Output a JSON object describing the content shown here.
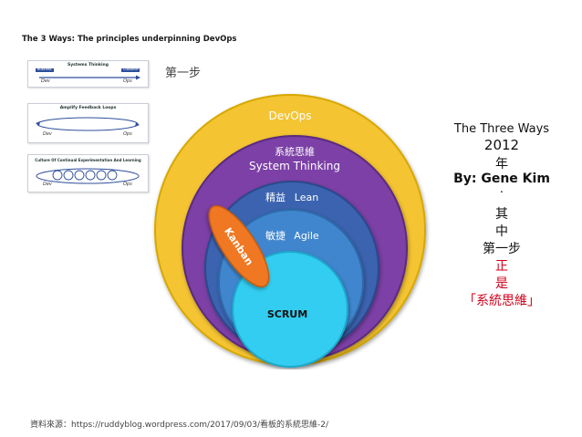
{
  "header": {
    "title": "The 3 Ways: The principles underpinning DevOps"
  },
  "mini_diagrams": [
    {
      "label": "Systems Thinking",
      "left_box": "Business",
      "right_box": "Customer",
      "left_text": "Dev",
      "right_text": "Ops"
    },
    {
      "label": "Amplify Feedback Loops",
      "left_text": "Dev",
      "right_text": "Ops"
    },
    {
      "label": "Culture Of Continual Experimentation And Learning",
      "left_text": "Dev",
      "right_text": "Ops"
    }
  ],
  "step_label": "第一步",
  "diagram": {
    "layers": [
      {
        "zh": "",
        "en": "DevOps",
        "color": "#f4c430"
      },
      {
        "zh": "系統思維",
        "en": "System Thinking",
        "color": "#7b3fa6"
      },
      {
        "zh": "精益",
        "en": "Lean",
        "color": "#3a63b0"
      },
      {
        "zh": "敏捷",
        "en": "Agile",
        "color": "#3f86cf"
      },
      {
        "zh": "",
        "en": "SCRUM",
        "color": "#33cdf0"
      }
    ],
    "kanban": {
      "label": "Kanban",
      "color": "#f07820"
    }
  },
  "right_panel": {
    "title": "The Three Ways",
    "year": "2012",
    "year_char": "年",
    "author": "By: Gene Kim",
    "dot": "·",
    "chars": [
      "其",
      "中",
      "第一步"
    ],
    "red_lines": [
      "正",
      "是",
      "「系統思維」"
    ],
    "red_color": "#d0021b"
  },
  "caption": "資料來源：https://ruddyblog.wordpress.com/2017/09/03/看板的系統思維-2/"
}
